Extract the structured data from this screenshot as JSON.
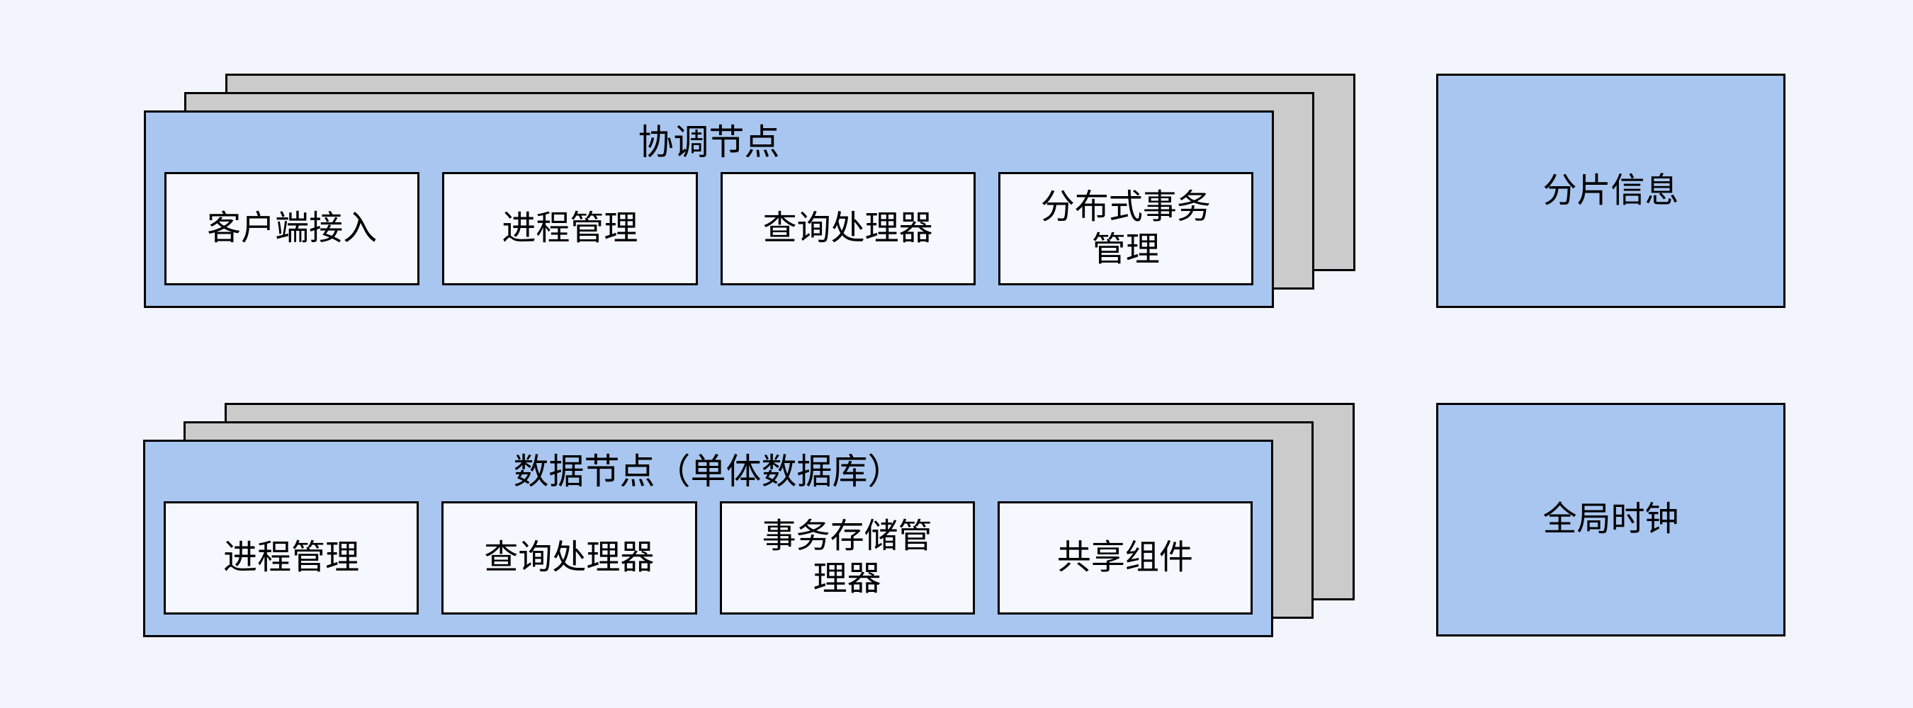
{
  "diagram": {
    "coordinator_group": {
      "title": "协调节点",
      "stack_layers": 3,
      "boxes": [
        "客户端接入",
        "进程管理",
        "查询处理器",
        "分布式事务管理"
      ]
    },
    "data_node_group": {
      "title": "数据节点（单体数据库）",
      "stack_layers": 3,
      "boxes": [
        "进程管理",
        "查询处理器",
        "事务存储管理器",
        "共享组件"
      ]
    },
    "side_boxes": [
      "分片信息",
      "全局时钟"
    ]
  },
  "colors": {
    "background": "#F2F5FC",
    "node_fill": "#A8C6EF",
    "stack_fill": "#CBCBCB",
    "component_fill": "#F5F8FE",
    "border": "#000000"
  }
}
